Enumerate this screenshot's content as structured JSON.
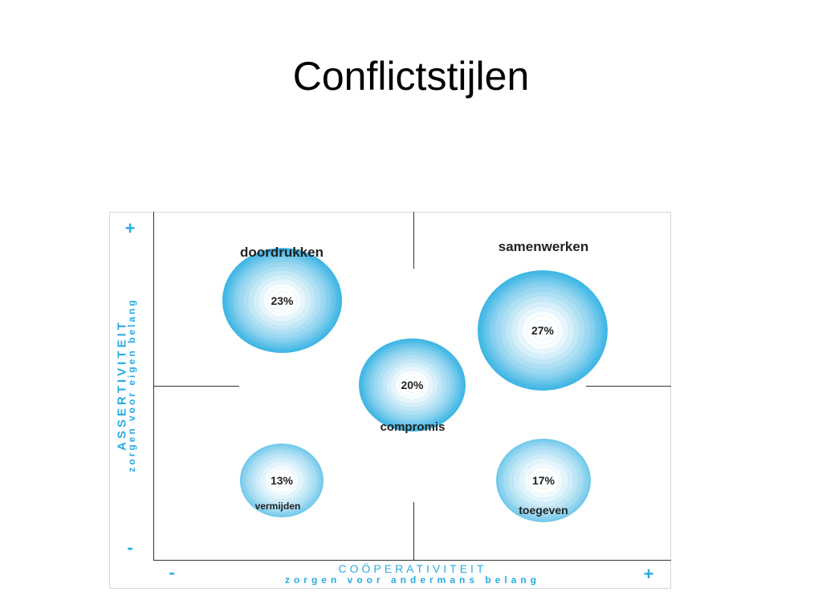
{
  "slide": {
    "title": "Conflictstijlen"
  },
  "diagram": {
    "y_axis": {
      "label": "ASSERTIVITEIT",
      "sublabel": "zorgen voor eigen belang",
      "high": "+",
      "low": "-"
    },
    "x_axis": {
      "label": "COÖPERATIVITEIT",
      "sublabel": "zorgen voor andermans belang",
      "low": "-",
      "high": "+"
    },
    "accent_color": "#29abe2",
    "styles": [
      {
        "name": "doordrukken",
        "percent": "23%",
        "quadrant": "top-left"
      },
      {
        "name": "samenwerken",
        "percent": "27%",
        "quadrant": "top-right"
      },
      {
        "name": "compromis",
        "percent": "20%",
        "quadrant": "center"
      },
      {
        "name": "vermijden",
        "percent": "13%",
        "quadrant": "bottom-left"
      },
      {
        "name": "toegeven",
        "percent": "17%",
        "quadrant": "bottom-right"
      }
    ]
  }
}
